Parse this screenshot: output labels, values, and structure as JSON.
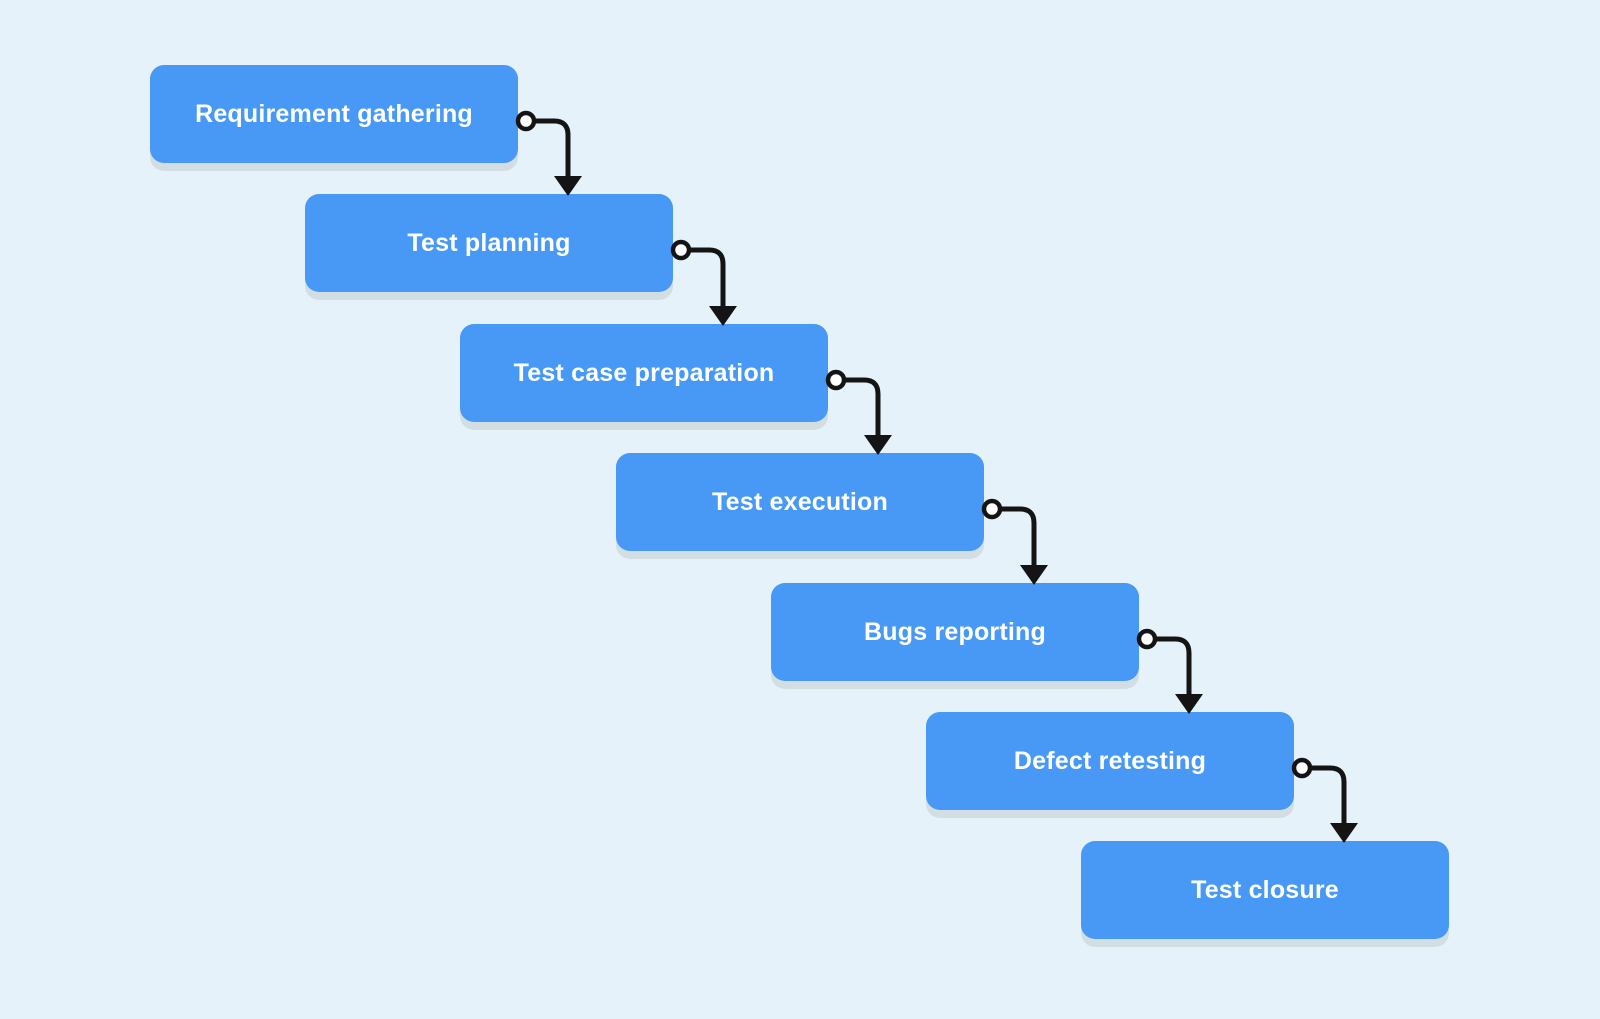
{
  "diagram": {
    "type": "flowchart",
    "layout": "staircase-top-left-to-bottom-right",
    "nodes": [
      {
        "id": "requirement-gathering",
        "label": "Requirement gathering"
      },
      {
        "id": "test-planning",
        "label": "Test planning"
      },
      {
        "id": "test-case-preparation",
        "label": "Test case preparation"
      },
      {
        "id": "test-execution",
        "label": "Test execution"
      },
      {
        "id": "bugs-reporting",
        "label": "Bugs reporting"
      },
      {
        "id": "defect-retesting",
        "label": "Defect retesting"
      },
      {
        "id": "test-closure",
        "label": "Test closure"
      }
    ],
    "edges": [
      {
        "from": "requirement-gathering",
        "to": "test-planning"
      },
      {
        "from": "test-planning",
        "to": "test-case-preparation"
      },
      {
        "from": "test-case-preparation",
        "to": "test-execution"
      },
      {
        "from": "test-execution",
        "to": "bugs-reporting"
      },
      {
        "from": "bugs-reporting",
        "to": "defect-retesting"
      },
      {
        "from": "defect-retesting",
        "to": "test-closure"
      }
    ],
    "colors": {
      "background": "#E6F2FA",
      "node_fill": "#4899F6",
      "node_text": "#FFFFFF",
      "node_shadow": "#D3DEE3",
      "connector": "#141414"
    }
  }
}
